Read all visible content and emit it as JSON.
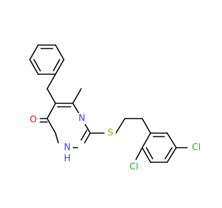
{
  "atom_labels": {
    "n_upper": "N",
    "n_lower": "N",
    "nh_hydrogen": "H",
    "oxygen": "O",
    "sulfur": "S",
    "cl_ortho": "Cl",
    "cl_para": "Cl"
  },
  "colors": {
    "bond": "#000000",
    "nitrogen": "#3a3aff",
    "oxygen": "#ff0d0d",
    "sulfur": "#b5a000",
    "chlorine": "#1fb71f"
  }
}
